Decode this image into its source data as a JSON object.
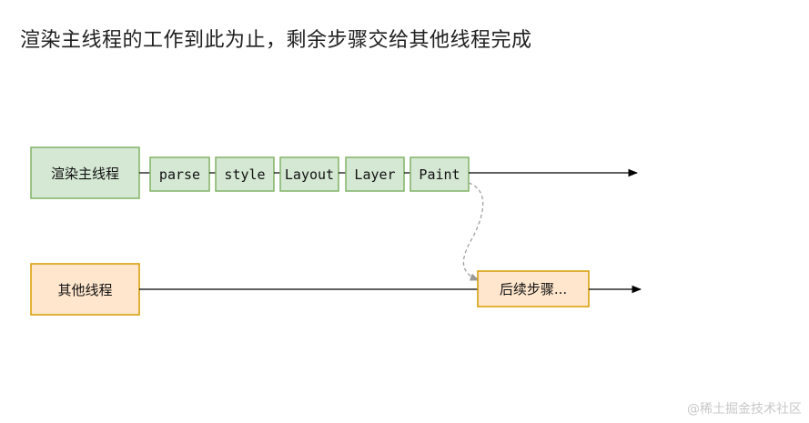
{
  "title": "渲染主线程的工作到此为止，剩余步骤交给其他线程完成",
  "main_thread": {
    "label": "渲染主线程",
    "steps": [
      "parse",
      "style",
      "Layout",
      "Layer",
      "Paint"
    ]
  },
  "other_thread": {
    "label": "其他线程",
    "next_step_label": "后续步骤..."
  },
  "watermark": "@稀土掘金技术社区",
  "colors": {
    "green_fill": "#d5e8d4",
    "green_stroke": "#82b366",
    "orange_fill": "#ffe6cc",
    "orange_stroke": "#d79b00"
  }
}
